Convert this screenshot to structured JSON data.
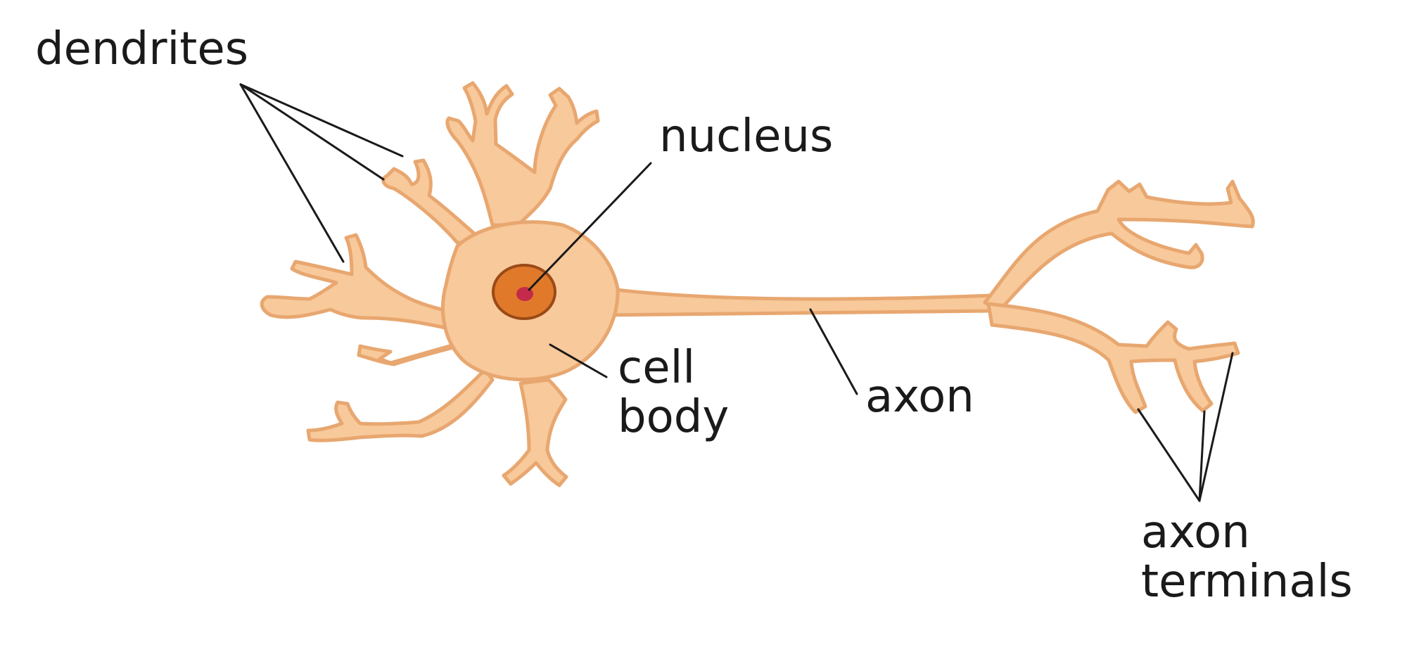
{
  "diagram": {
    "labels": {
      "dendrites": "dendrites",
      "nucleus": "nucleus",
      "cell_body_line1": "cell",
      "cell_body_line2": "body",
      "axon": "axon",
      "axon_terminals_line1": "axon",
      "axon_terminals_line2": "terminals"
    },
    "colors": {
      "cell_fill": "#f8c99a",
      "cell_stroke": "#e8a770",
      "nucleus_fill": "#e07a2a",
      "nucleus_stroke": "#9a4a18",
      "nucleolus_fill": "#c42a4a",
      "leader_line": "#1a1a1a",
      "background": "#ffffff"
    }
  }
}
